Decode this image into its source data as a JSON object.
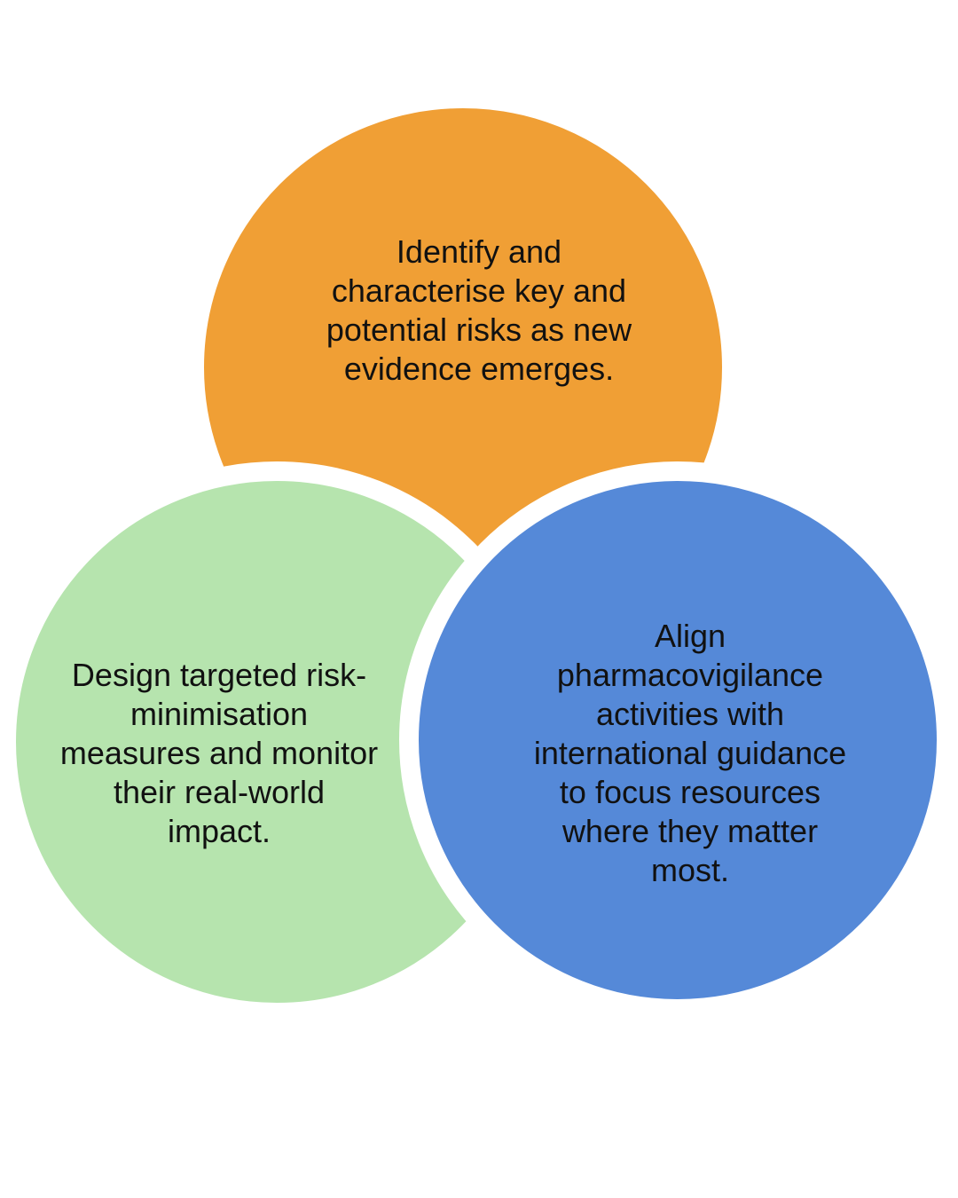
{
  "diagram": {
    "circles": [
      {
        "id": "top",
        "text": "Identify and\ncharacterise key and\npotential risks as new\nevidence emerges.",
        "color": "#F09F35"
      },
      {
        "id": "left",
        "text": "Design targeted risk-\nminimisation\nmeasures and monitor\ntheir real-world\nimpact.",
        "color": "#B6E4AE"
      },
      {
        "id": "right",
        "text": "Align\npharmacovigilance\nactivities with\ninternational guidance\nto focus resources\nwhere they matter\nmost.",
        "color": "#5589D8"
      }
    ]
  }
}
